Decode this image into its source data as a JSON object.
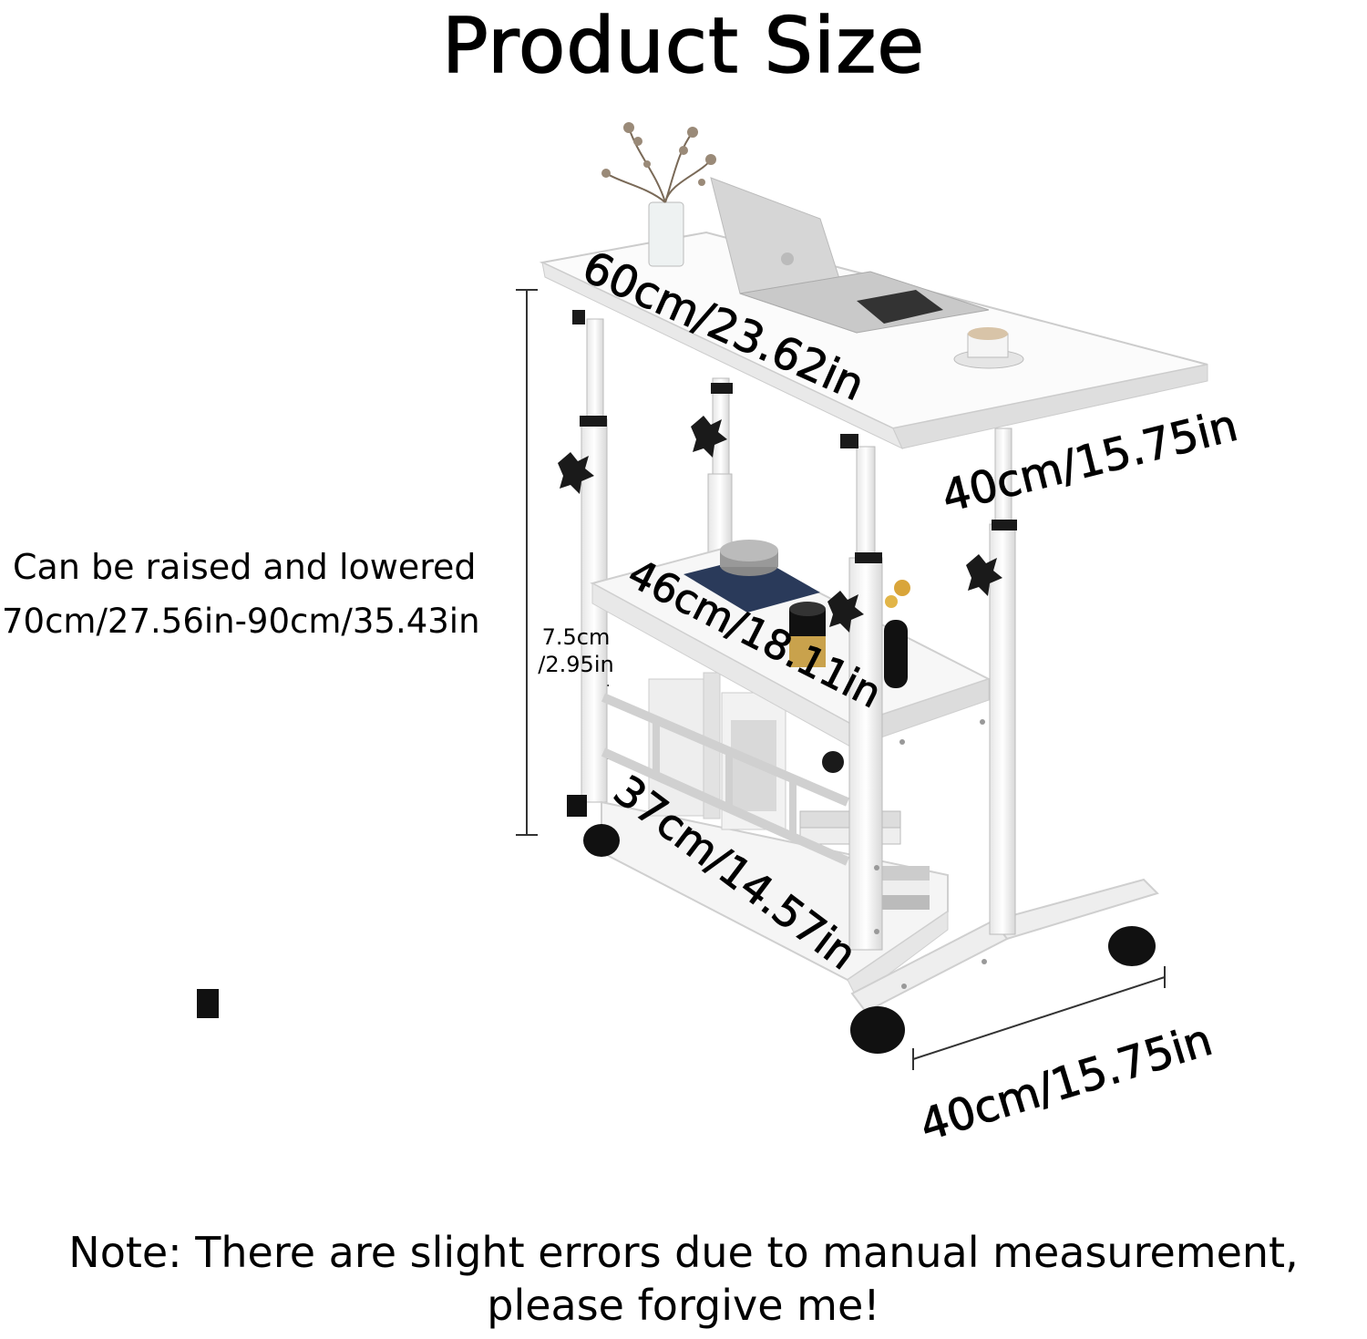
{
  "title": "Product Size",
  "dimensions": {
    "top_length": "60cm/23.62in",
    "top_width": "40cm/15.75in",
    "middle_shelf": "46cm/18.11in",
    "bottom_shelf": "37cm/14.57in",
    "base_width": "40cm/15.75in",
    "rail_gap_line1": "7.5cm",
    "rail_gap_line2": "/2.95in"
  },
  "height": {
    "line1": "Can be raised and lowered",
    "line2": "70cm/27.56in-90cm/35.43in"
  },
  "note": {
    "line1": "Note: There are slight errors due to manual measurement,",
    "line2": "please forgive me!"
  },
  "colors": {
    "table": "#ffffff",
    "outline": "#cfcfcf",
    "hardware": "#1a1a1a"
  }
}
